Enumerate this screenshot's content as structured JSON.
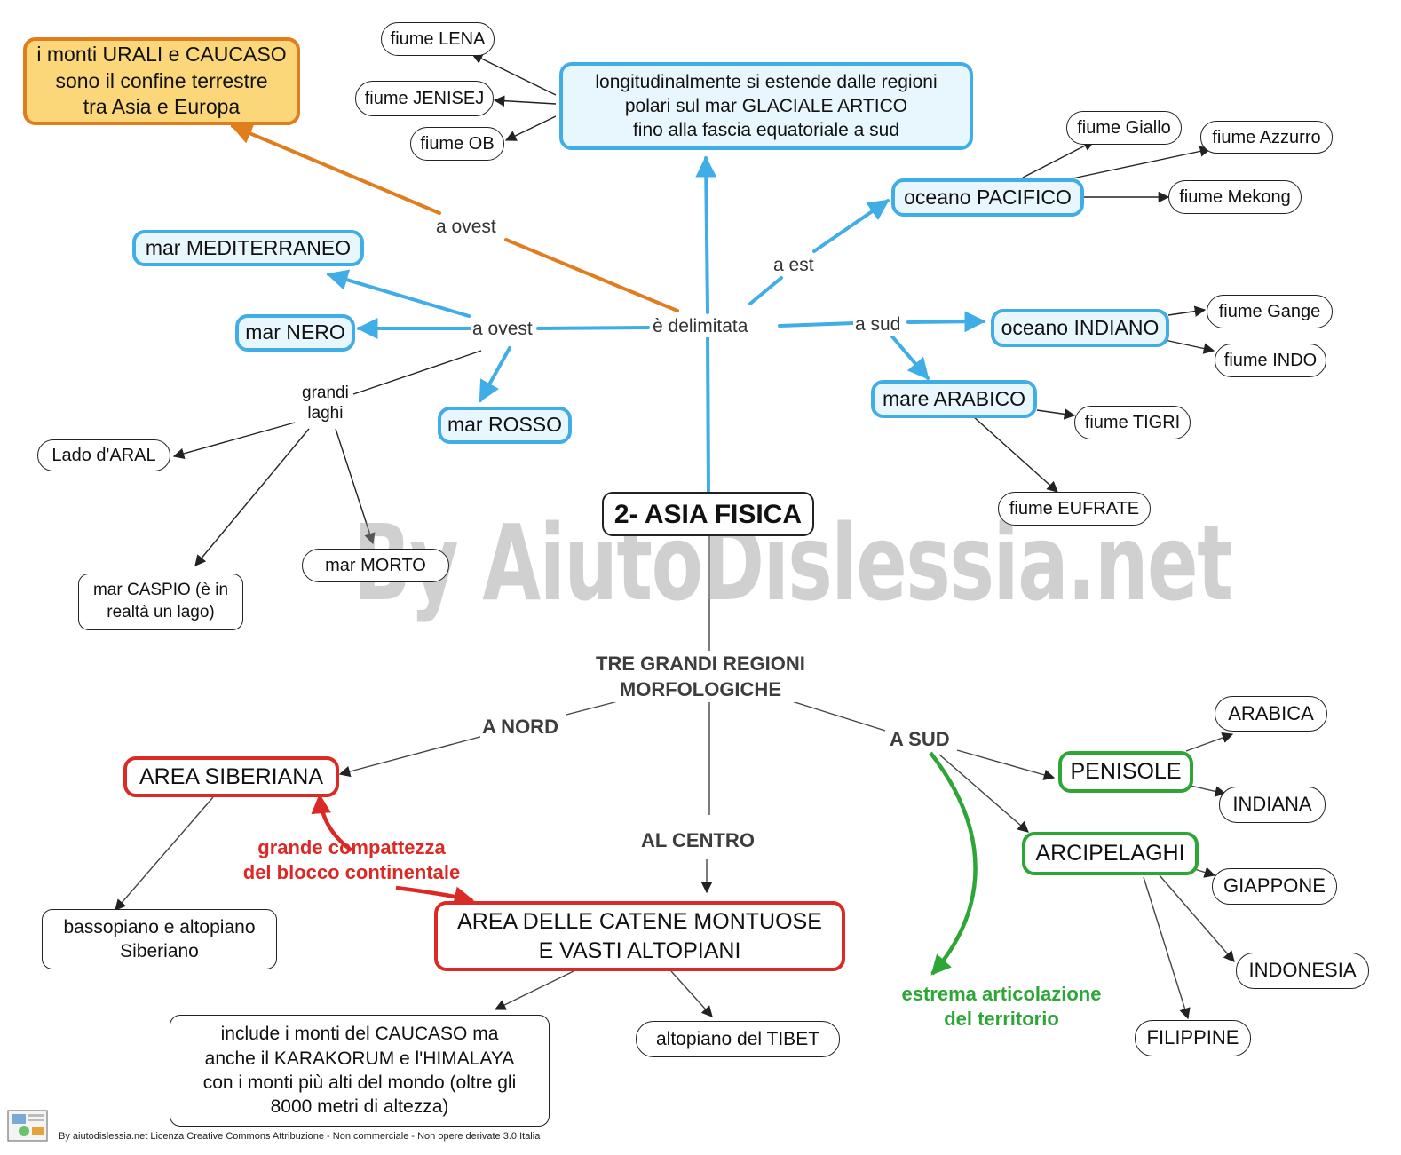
{
  "title": "2- ASIA FISICA",
  "colors": {
    "blue": "#41ade7",
    "blue_fill": "#e8f6fd",
    "orange": "#e07d1f",
    "orange_fill": "#fbd77a",
    "red": "#db2a25",
    "green": "#2ea637",
    "dark": "#222222"
  },
  "nodes": {
    "root": "2- ASIA FISICA",
    "urali": "i monti URALI e CAUCASO\nsono il confine terrestre\ntra Asia e Europa",
    "longitudinale": "longitudinalmente si estende dalle  regioni\npolari sul mar GLACIALE  ARTICO\nfino alla fascia equatoriale a sud",
    "lena": "fiume LENA",
    "jenisej": "fiume JENISEJ",
    "ob": "fiume OB",
    "mediterraneo": "mar MEDITERRANEO",
    "nero": "mar NERO",
    "rosso": "mar ROSSO",
    "aral": "Lado d'ARAL",
    "caspio": "mar CASPIO (è in\nrealtà un lago)",
    "morto": "mar MORTO",
    "pacifico": "oceano PACIFICO",
    "giallo": "fiume Giallo",
    "azzurro": "fiume Azzurro",
    "mekong": "fiume Mekong",
    "indiano": "oceano INDIANO",
    "gange": "fiume Gange",
    "indo": "fiume INDO",
    "arabico": "mare ARABICO",
    "tigri": "fiume TIGRI",
    "eufrate": "fiume EUFRATE",
    "siberiana": "AREA SIBERIANA",
    "bassopiano": "bassopiano e altopiano\nSiberiano",
    "catene": "AREA DELLE CATENE MONTUOSE\nE VASTI ALTOPIANI",
    "caucaso": "include i monti del CAUCASO ma\nanche il KARAKORUM e l'HIMALAYA\ncon i monti più alti del mondo (oltre gli\n8000 metri di altezza)",
    "tibet": "altopiano del TIBET",
    "penisole": "PENISOLE",
    "arabica": "ARABICA",
    "indiana": "INDIANA",
    "arcipelaghi": "ARCIPELAGHI",
    "giappone": "GIAPPONE",
    "indonesia": "INDONESIA",
    "filippine": "FILIPPINE"
  },
  "labels": {
    "delimitata": "è delimitata",
    "ovest_orange": "a ovest",
    "ovest_blue": "a ovest",
    "est": "a est",
    "sud": "a sud",
    "grandi_laghi": "grandi\nlaghi",
    "tre_regioni": "TRE GRANDI REGIONI\nMORFOLOGICHE",
    "a_nord": "A NORD",
    "al_centro": "AL CENTRO",
    "a_sud": "A SUD"
  },
  "notes": {
    "compattezza": "grande compattezza\ndel blocco continentale",
    "articolazione": "estrema articolazione\ndel territorio"
  },
  "watermark": "By AiutoDislessia.net",
  "footer": "By aiutodislessia.net Licenza Creative Commons Attribuzione - Non commerciale - Non opere derivate 3.0 Italia"
}
